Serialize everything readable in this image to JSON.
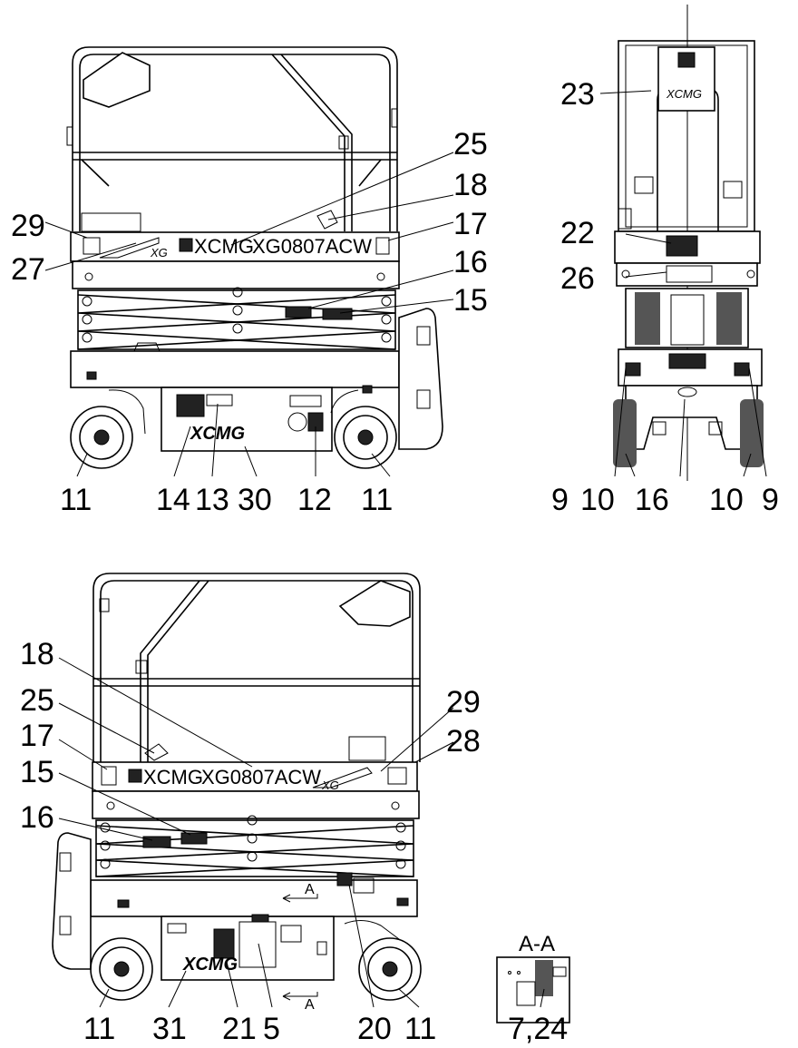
{
  "machine": {
    "model_text": "XG0807ACW",
    "brand_text": "XCMG",
    "xg_mark": "XG"
  },
  "section": {
    "arrow_label": "A",
    "title": "A-A"
  },
  "views": {
    "side_top": {
      "callouts": [
        "29",
        "27",
        "25",
        "18",
        "17",
        "16",
        "15",
        "11",
        "14",
        "13",
        "30",
        "12",
        "11"
      ]
    },
    "front": {
      "callouts": [
        "23",
        "22",
        "26",
        "9",
        "10",
        "16",
        "10",
        "9"
      ]
    },
    "side_bottom": {
      "callouts": [
        "18",
        "25",
        "17",
        "15",
        "16",
        "29",
        "28",
        "11",
        "31",
        "21",
        "5",
        "20",
        "11"
      ]
    },
    "detail": {
      "callouts": [
        "7,24"
      ]
    }
  }
}
